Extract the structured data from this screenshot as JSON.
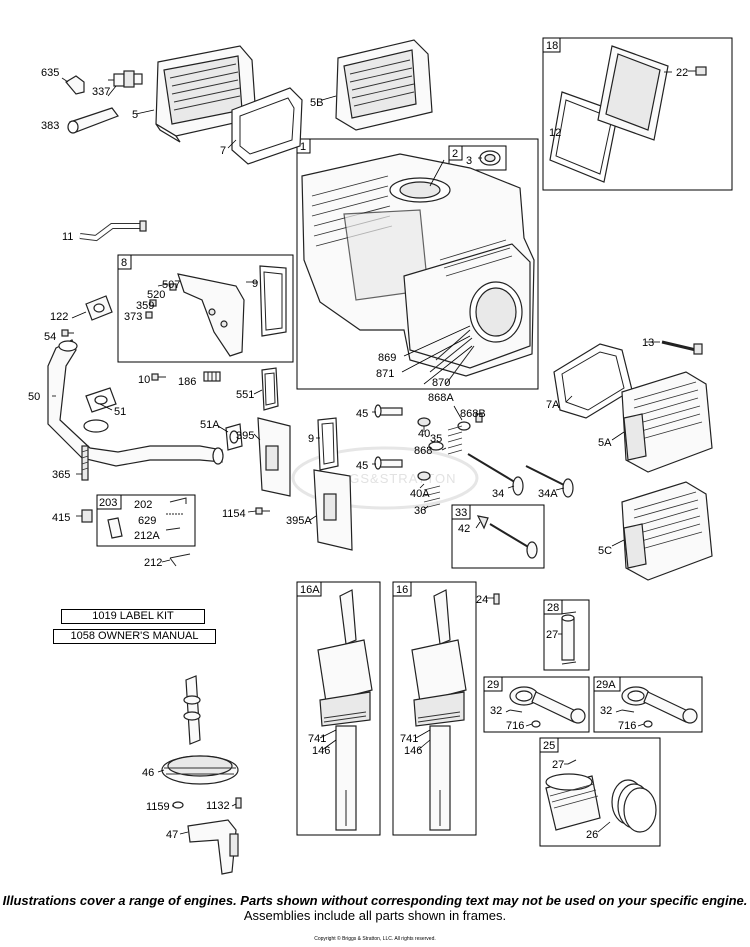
{
  "watermark": "BRIGGS&STRATTON",
  "kits": {
    "label_kit": "1019 LABEL KIT",
    "owners_manual": "1058 OWNER'S MANUAL"
  },
  "footer": {
    "disclaimer_line1": "Illustrations cover a range of engines. Parts shown without corresponding text may not be used on your specific engine.",
    "disclaimer_line2": "Assemblies include all parts shown in frames.",
    "copyright": "Copyright © Briggs & Stratton, LLC. All rights reserved."
  },
  "frame_tags": {
    "f1": "1",
    "f2": "2",
    "f8": "8",
    "f18": "18",
    "f203": "203",
    "f33": "33",
    "f16A": "16A",
    "f16": "16",
    "f28": "28",
    "f29": "29",
    "f29A": "29A",
    "f25": "25"
  },
  "labels": {
    "p635": "635",
    "p337": "337",
    "p5": "5",
    "p383": "383",
    "p7": "7",
    "p5B": "5B",
    "p22": "22",
    "p12": "12",
    "p3": "3",
    "p11": "11",
    "p507": "507",
    "p520": "520",
    "p359": "359",
    "p373": "373",
    "p9a": "9",
    "p122": "122",
    "p54": "54",
    "p869": "869",
    "p871": "871",
    "p870": "870",
    "p13": "13",
    "p7A": "7A",
    "p10": "10",
    "p186": "186",
    "p50": "50",
    "p51": "51",
    "p551": "551",
    "p51A": "51A",
    "p395": "395",
    "p9b": "9",
    "p45a": "45",
    "p40": "40",
    "p868A": "868A",
    "p868B": "868B",
    "p868": "868",
    "p35": "35",
    "p5A": "5A",
    "p365": "365",
    "p45b": "45",
    "p40A": "40A",
    "p34": "34",
    "p34A": "34A",
    "p415": "415",
    "p202": "202",
    "p629": "629",
    "p212A": "212A",
    "p1154": "1154",
    "p395A": "395A",
    "p36": "36",
    "p42": "42",
    "p5C": "5C",
    "p212": "212",
    "p24": "24",
    "p27a": "27",
    "p741a": "741",
    "p146a": "146",
    "p741b": "741",
    "p146b": "146",
    "p32a": "32",
    "p716a": "716",
    "p32b": "32",
    "p716b": "716",
    "p27b": "27",
    "p26": "26",
    "p46": "46",
    "p1159": "1159",
    "p1132": "1132",
    "p47": "47"
  }
}
